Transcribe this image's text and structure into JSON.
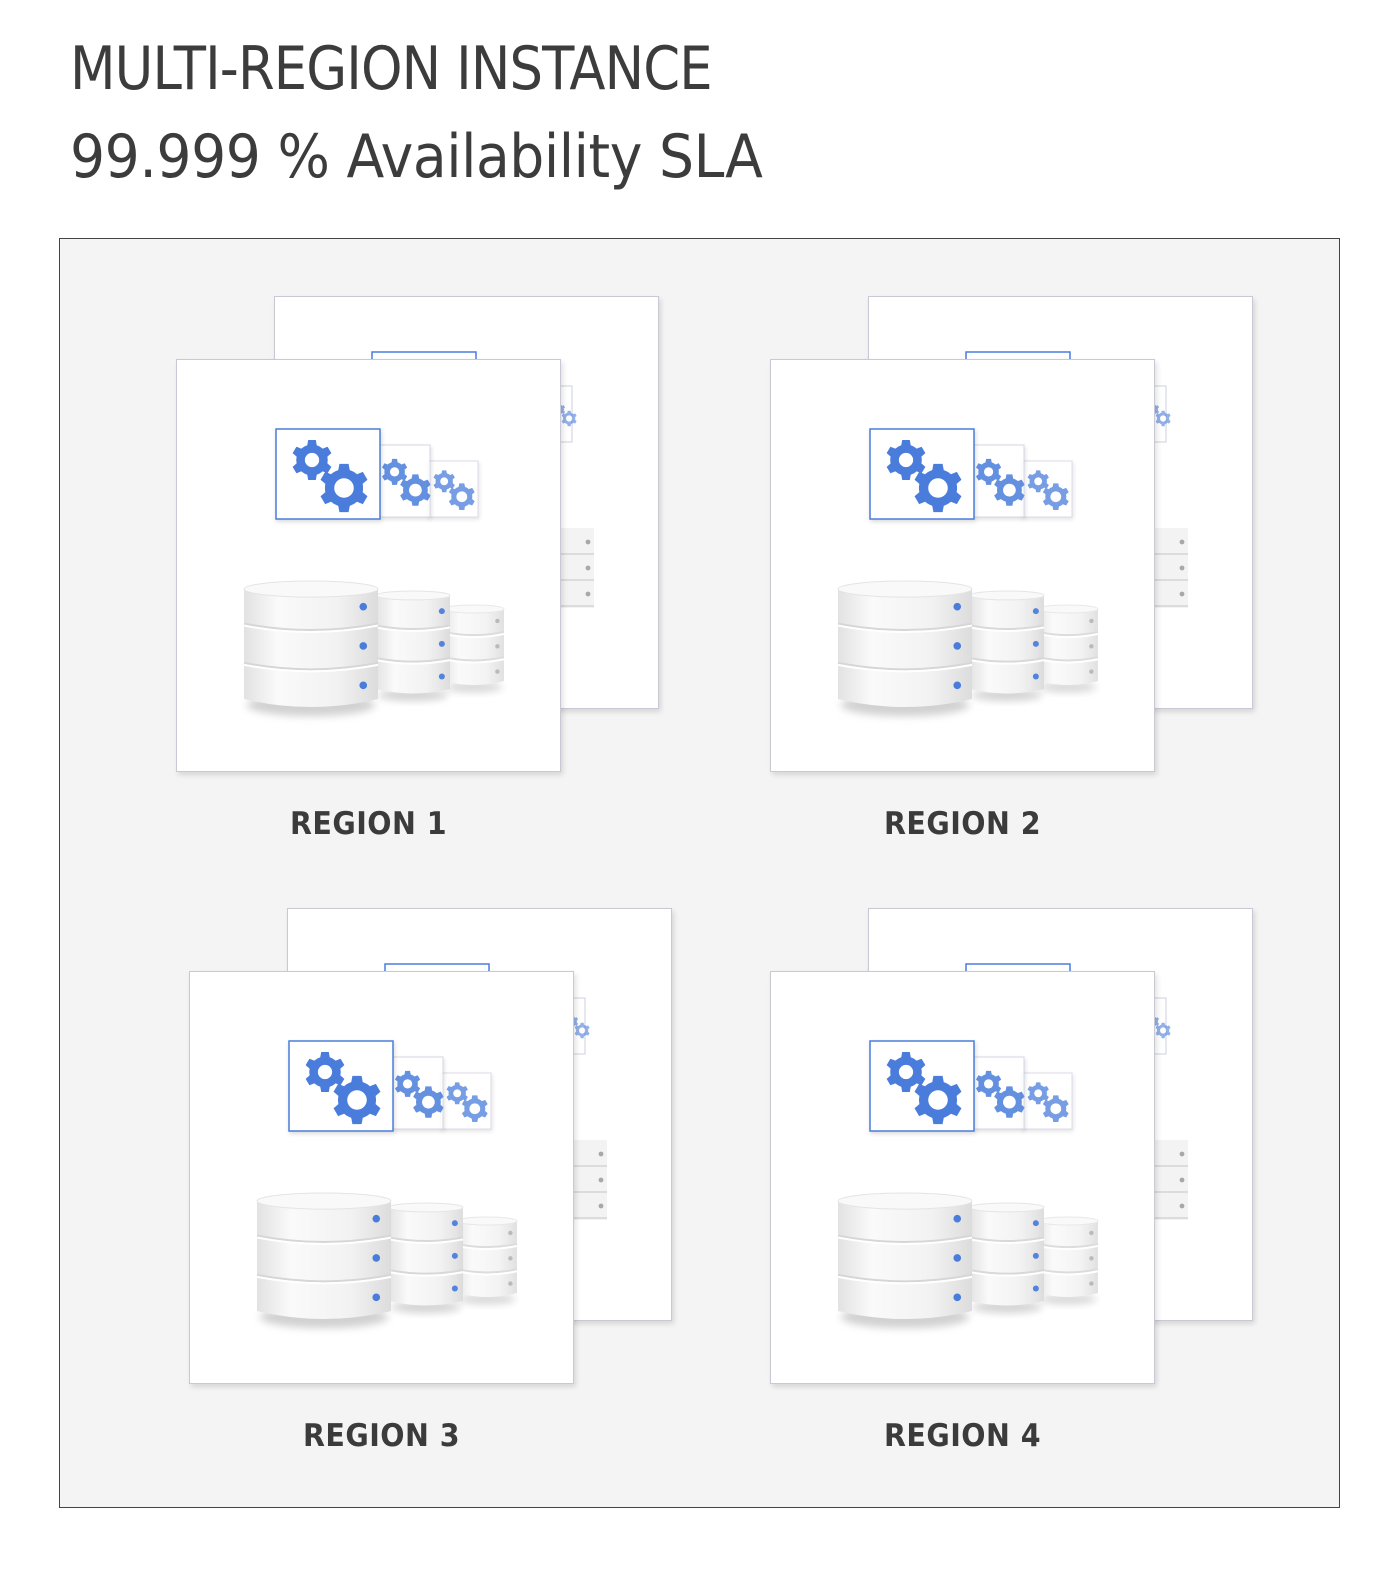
{
  "header": {
    "title": "MULTI-REGION INSTANCE",
    "subtitle": "99.999 % Availability SLA"
  },
  "regions": [
    {
      "label": "REGION 1"
    },
    {
      "label": "REGION 2"
    },
    {
      "label": "REGION 3"
    },
    {
      "label": "REGION 4"
    }
  ],
  "colors": {
    "accent": "#4a7ddb",
    "frame_bg": "#f4f4f4",
    "label_text": "#3b3b3b"
  },
  "icons": [
    "gear-icon",
    "database-icon"
  ]
}
